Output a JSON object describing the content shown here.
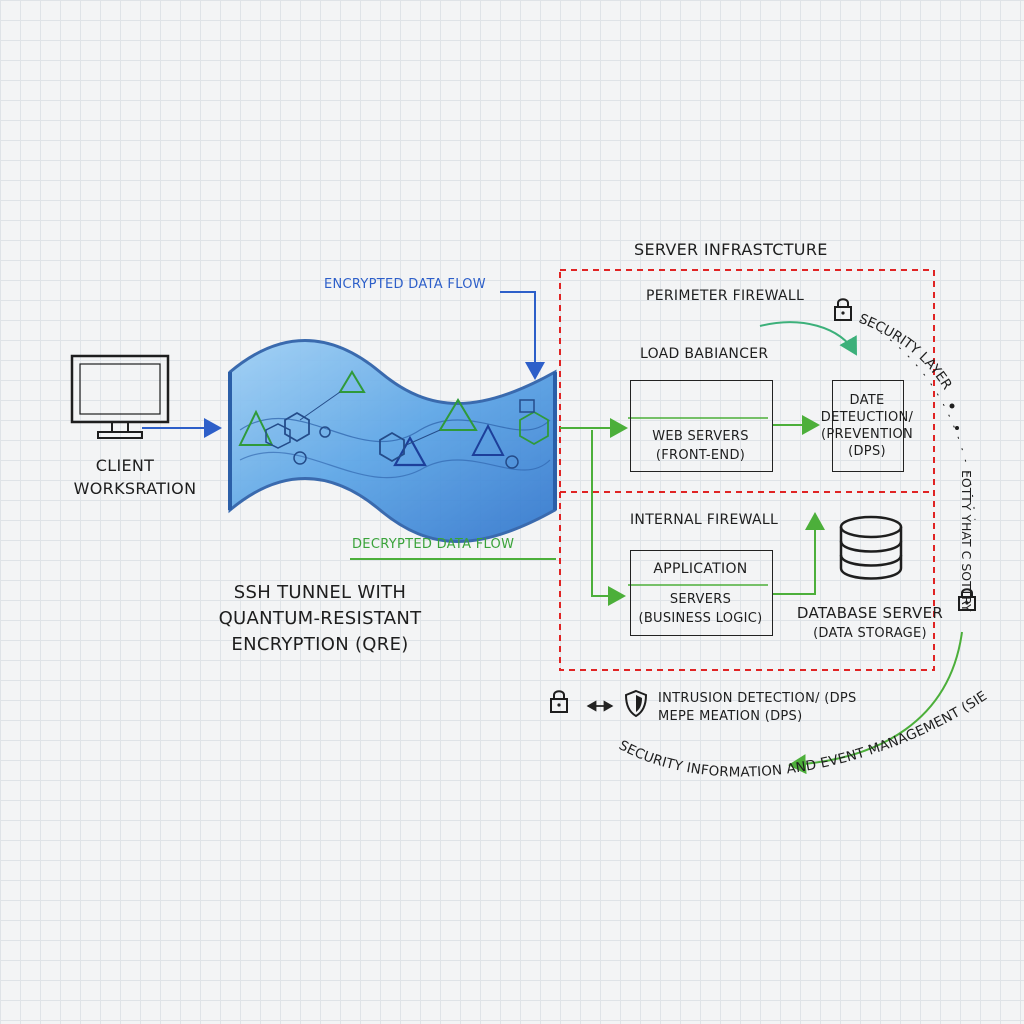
{
  "client": {
    "label_line1": "CLIENT",
    "label_line2": "WORKSRATION"
  },
  "tunnel": {
    "label_line1": "SSH TUNNEL WITH",
    "label_line2": "QUANTUM-RESISTANT",
    "label_line3": "ENCRYPTION (QRE)"
  },
  "flows": {
    "encrypted": "ENCRYPTED DATA FLOW",
    "decrypted": "DECRYPTED DATA FLOW"
  },
  "server": {
    "title": "SERVER INFRASTCTURE",
    "perimeter_firewall": "PERIMETER FIREWALL",
    "load_balancer": "LOAD BABIANCER",
    "web_servers_line1": "WEB SERVERS",
    "web_servers_line2": "(FRONT-END)",
    "detection_line1": "DATE",
    "detection_line2": "DETEUCTION/",
    "detection_line3": "(PREVENTION",
    "detection_line4": "(DPS)",
    "internal_firewall": "INTERNAL FIREWALL",
    "application_line1": "APPLICATION",
    "application_line2": "SERVERS",
    "application_line3": "(BUSINESS LOGIC)",
    "database_line1": "DATABASE SERVER",
    "database_line2": "(DATA STORAGE)"
  },
  "legend": {
    "ids_line1": "INTRUSION DETECTION/ (DPS",
    "ids_line2": "MEPE MEATION (DPS)"
  },
  "side": {
    "security_layer": "SECURITY LAYER",
    "vertical_text": "EOTTY YHAT C SOTTRY",
    "siem": "SECURITY INFORMATION AND EVENT MANAGEMENT (SIEM)"
  },
  "colors": {
    "encrypted_flow": "#2d5fc9",
    "decrypted_flow": "#4caf3a",
    "firewall_boundary": "#e02424",
    "tunnel_fill": "#6fb1ea"
  }
}
